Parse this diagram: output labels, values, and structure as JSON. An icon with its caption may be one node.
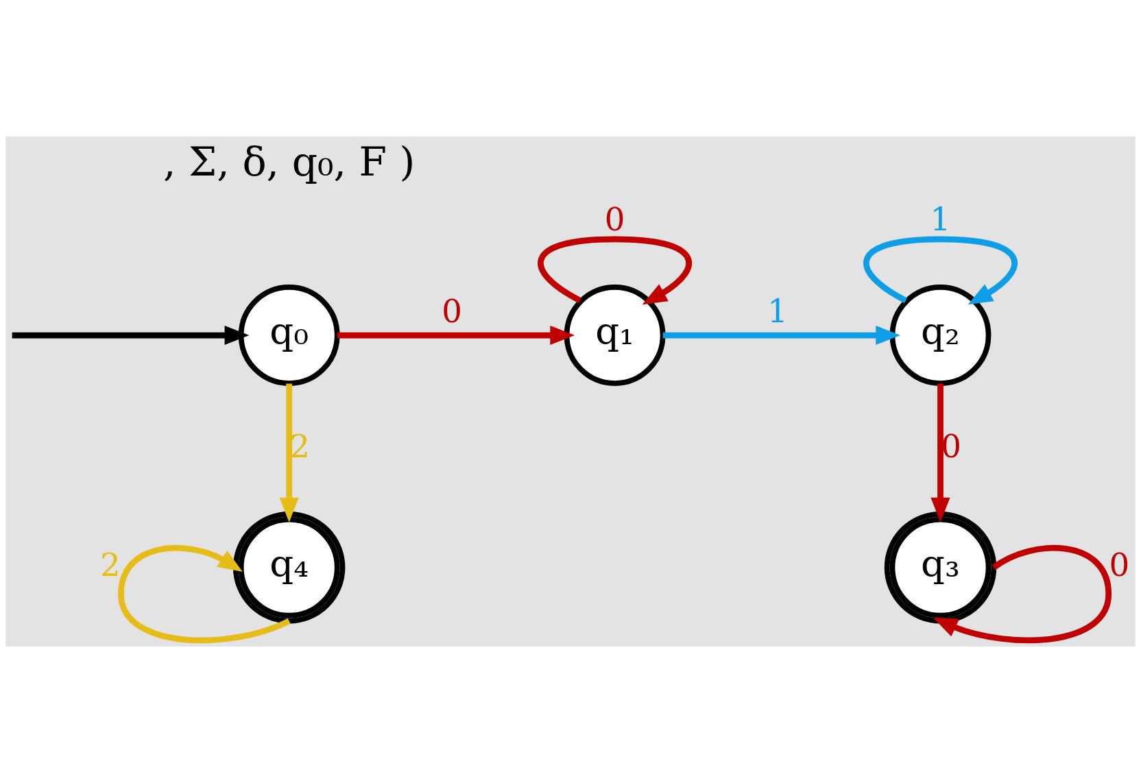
{
  "diagram": {
    "nodes": [
      {
        "text": [
          "q₀"
        ]
      },
      {
        "text": [
          "q₁"
        ]
      },
      {
        "text": [
          "q₂"
        ]
      },
      {
        "text": [
          "q₄"
        ]
      },
      {
        "text": [
          "q₃"
        ]
      }
    ],
    "edges": [
      {
        "from": null,
        "to": 0,
        "arrow": "to",
        "color": "#000000"
      },
      {
        "from": 0,
        "to": 1,
        "arrow": "to",
        "label": "0",
        "color": "#c00000"
      },
      {
        "from": 1,
        "to": 1,
        "arrow": "to",
        "label": "0",
        "color": "#c00000"
      },
      {
        "from": 1,
        "to": 2,
        "arrow": "to",
        "label": "1",
        "color": "#0e9ee6"
      },
      {
        "from": 2,
        "to": 2,
        "arrow": "to",
        "label": "1",
        "color": "#0e9ee6"
      },
      {
        "from": 0,
        "to": 3,
        "arrow": "to",
        "label": "2",
        "color": "#e6bd18"
      },
      {
        "from": 2,
        "to": 4,
        "arrow": "to",
        "label": "0",
        "color": "#c00000"
      },
      {
        "from": 3,
        "to": 3,
        "arrow": "to",
        "label": "2",
        "color": "#e6bd18"
      },
      {
        "from": 4,
        "to": 4,
        "arrow": "to",
        "label": "0",
        "color": "#c00000"
      }
    ],
    "labels": [
      ", Σ, δ, q₀, F )"
    ]
  }
}
